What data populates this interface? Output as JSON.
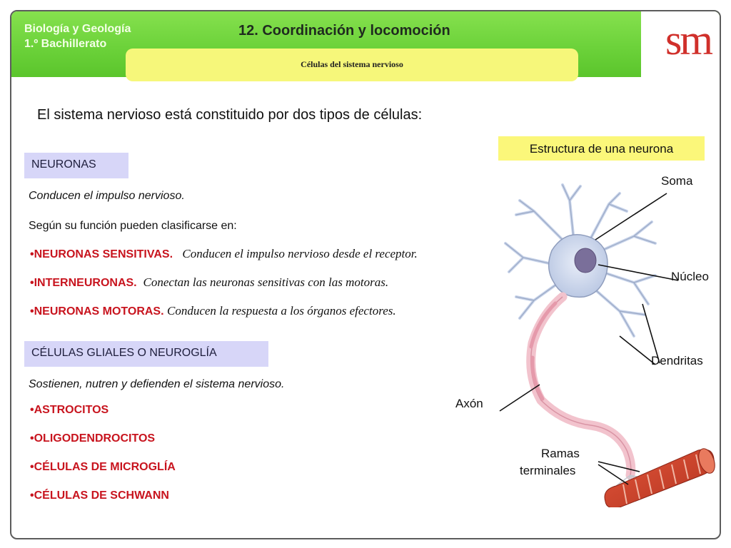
{
  "header": {
    "subject_line1": "Biología y Geología",
    "subject_line2": "1.º Bachillerato",
    "unit_title": "12. Coordinación y locomoción",
    "logo": "sm",
    "section_title": "Células del sistema nervioso"
  },
  "intro": "El sistema nervioso está constituido por dos tipos de células:",
  "neurons": {
    "tag": "NEURONAS",
    "description": "Conducen el impulso nervioso.",
    "classification": "Según su función pueden clasificarse en:",
    "types": [
      {
        "name": "NEURONAS SENSITIVAS.",
        "desc": "Conducen el impulso nervioso desde el receptor."
      },
      {
        "name": "INTERNEURONAS.",
        "desc": "Conectan las neuronas sensitivas con las motoras."
      },
      {
        "name": "NEURONAS MOTORAS.",
        "desc": "Conducen la respuesta a los órganos efectores."
      }
    ]
  },
  "glial": {
    "tag": "CÉLULAS GLIALES O NEUROGLÍA",
    "description": "Sostienen, nutren y defienden el sistema nervioso.",
    "types": [
      "ASTROCITOS",
      "OLIGODENDROCITOS",
      "CÉLULAS DE MICROGLÍA",
      "CÉLULAS DE SCHWANN"
    ]
  },
  "diagram": {
    "title": "Estructura de una neurona",
    "labels": {
      "soma": "Soma",
      "nucleus": "Núcleo",
      "dendrites": "Dendritas",
      "axon": "Axón",
      "terminals_line1": "Ramas",
      "terminals_line2": "terminales"
    }
  },
  "colors": {
    "header_green": "#6cd23a",
    "banner_yellow": "#f6f77a",
    "tag_lavender": "#d7d6f8",
    "bullet_red": "#c8141e",
    "logo_red": "#d0302b"
  }
}
